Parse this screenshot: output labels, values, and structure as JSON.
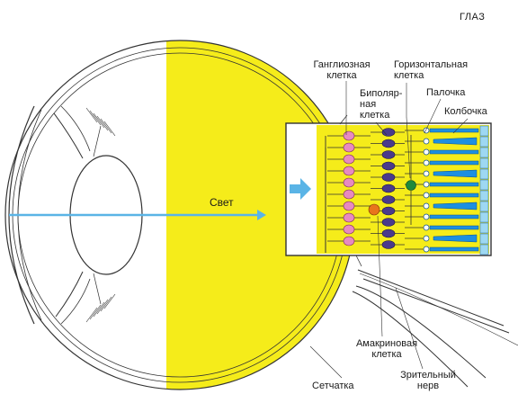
{
  "title": "ГЛАЗ",
  "labels": {
    "ganglion_1": "Ганглиозная",
    "ganglion_2": "клетка",
    "horizontal_1": "Горизонтальная",
    "horizontal_2": "клетка",
    "bipolar_1": "Биполяр-",
    "bipolar_2": "ная",
    "bipolar_3": "клетка",
    "rod": "Палочка",
    "cone": "Колбочка",
    "light": "Свет",
    "amacrine_1": "Амакриновая",
    "amacrine_2": "клетка",
    "optic_1": "Зрительный",
    "optic_2": "нерв",
    "retina": "Сетчатка"
  },
  "colors": {
    "vitreous": "#f5ec1a",
    "light_arrow": "#5ab4e6",
    "rod_cone": "#1d8fe0",
    "bipolar": "#4a3a8c",
    "ganglion": "#e78ac0",
    "amacrine": "#e8741c",
    "horizontal": "#1f8a3c",
    "outline": "#333333"
  }
}
